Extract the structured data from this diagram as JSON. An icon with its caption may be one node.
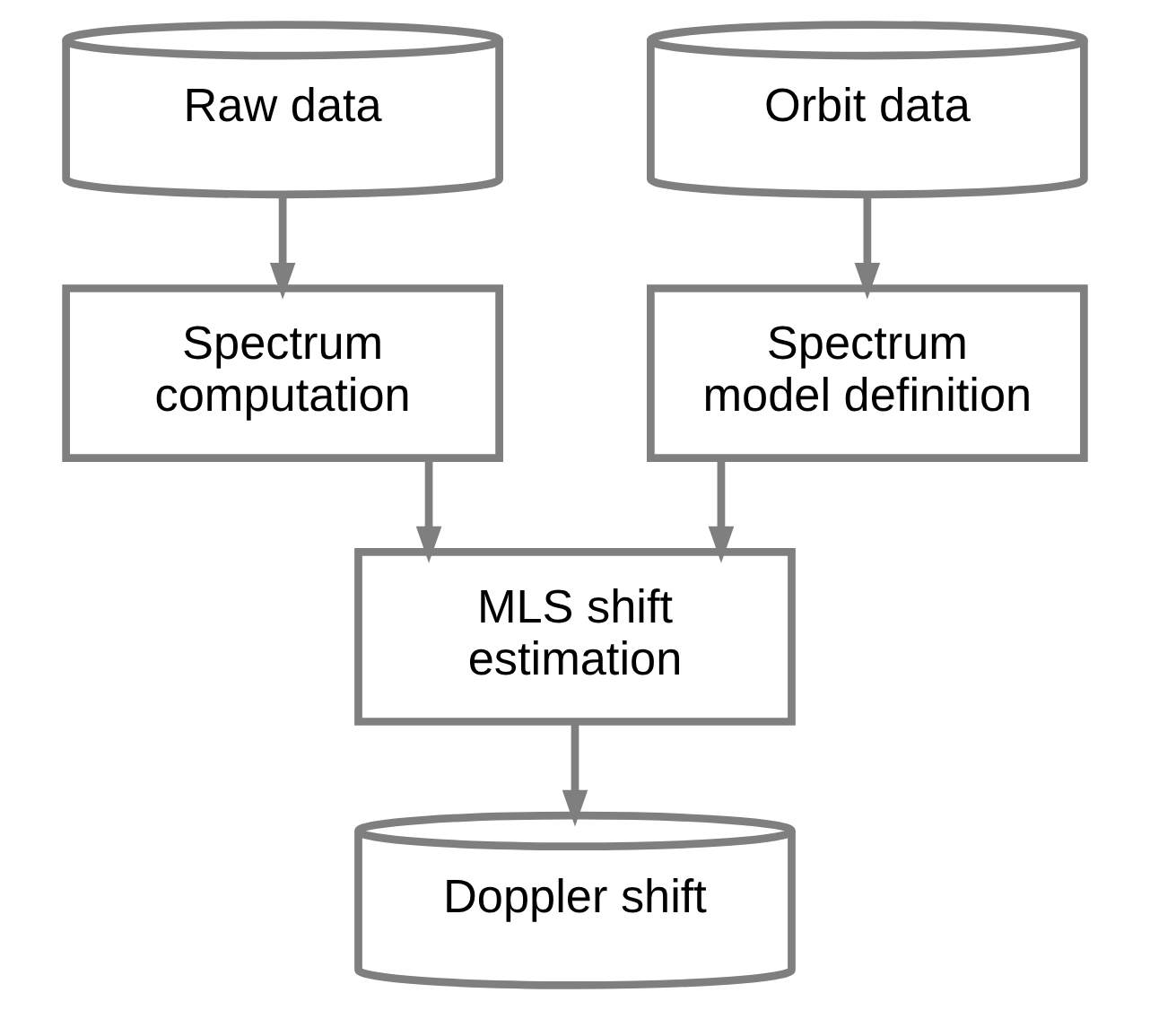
{
  "diagram": {
    "nodes": [
      {
        "text": [
          "Raw data"
        ]
      },
      {
        "text": [
          "Orbit data"
        ]
      },
      {
        "text": [
          "Spectrum computation"
        ]
      },
      {
        "text": [
          "Spectrum model definition"
        ]
      },
      {
        "text": [
          "MLS shift estimation"
        ]
      },
      {
        "text": [
          "Doppler shift"
        ]
      }
    ],
    "edges": [
      {
        "from": 0,
        "to": 2,
        "arrow": "to"
      },
      {
        "from": 1,
        "to": 3,
        "arrow": "to"
      },
      {
        "from": 2,
        "to": 4,
        "arrow": "to"
      },
      {
        "from": 3,
        "to": 4,
        "arrow": "to"
      },
      {
        "from": 4,
        "to": 5,
        "arrow": "to"
      }
    ]
  }
}
